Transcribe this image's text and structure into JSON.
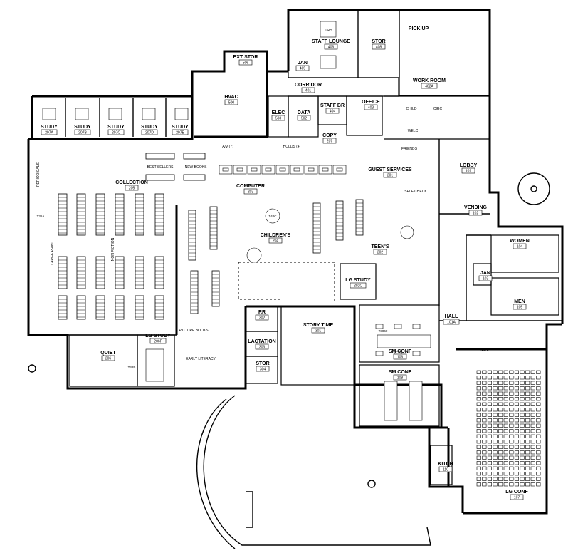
{
  "rooms": [
    {
      "id": "ext-stor",
      "label": "EXT STOR",
      "number": "506"
    },
    {
      "id": "hvac",
      "label": "HVAC",
      "number": "500"
    },
    {
      "id": "jan-upper",
      "label": "JAN",
      "number": "405"
    },
    {
      "id": "staff-lounge",
      "label": "STAFF LOUNGE",
      "number": "406"
    },
    {
      "id": "stor-upper",
      "label": "STOR",
      "number": "408"
    },
    {
      "id": "pick-up",
      "label": "PICK UP",
      "number": ""
    },
    {
      "id": "work-room",
      "label": "WORK ROOM",
      "number": "402A"
    },
    {
      "id": "corridor",
      "label": "CORRIDOR",
      "number": "401"
    },
    {
      "id": "elec",
      "label": "ELEC",
      "number": "503"
    },
    {
      "id": "data",
      "label": "DATA",
      "number": "502"
    },
    {
      "id": "staff-br",
      "label": "STAFF BR",
      "number": "404"
    },
    {
      "id": "office",
      "label": "OFFICE",
      "number": "403"
    },
    {
      "id": "study-a",
      "label": "STUDY",
      "number": "207A"
    },
    {
      "id": "study-b",
      "label": "STUDY",
      "number": "207B"
    },
    {
      "id": "study-c",
      "label": "STUDY",
      "number": "207C"
    },
    {
      "id": "study-d",
      "label": "STUDY",
      "number": "207D"
    },
    {
      "id": "study-e",
      "label": "STUDY",
      "number": "207E"
    },
    {
      "id": "copy",
      "label": "COPY",
      "number": "207"
    },
    {
      "id": "collection",
      "label": "COLLECTION",
      "number": "205"
    },
    {
      "id": "computer",
      "label": "COMPUTER",
      "number": "203"
    },
    {
      "id": "guest-services",
      "label": "GUEST SERVICES",
      "number": "201"
    },
    {
      "id": "lobby",
      "label": "LOBBY",
      "number": "101"
    },
    {
      "id": "vending",
      "label": "VENDING",
      "number": "102"
    },
    {
      "id": "childrens",
      "label": "CHILDREN'S",
      "number": "204"
    },
    {
      "id": "teens",
      "label": "TEEN'S",
      "number": "202"
    },
    {
      "id": "women",
      "label": "WOMEN",
      "number": "104"
    },
    {
      "id": "jan-lower",
      "label": "JAN",
      "number": "103"
    },
    {
      "id": "men",
      "label": "MEN",
      "number": "105"
    },
    {
      "id": "lg-study-teen",
      "label": "LG STUDY",
      "number": "202C"
    },
    {
      "id": "rr",
      "label": "RR",
      "number": "302"
    },
    {
      "id": "story-time",
      "label": "STORY TIME",
      "number": "301"
    },
    {
      "id": "hall",
      "label": "HALL",
      "number": "101A"
    },
    {
      "id": "sm-conf-1",
      "label": "SM CONF",
      "number": "106"
    },
    {
      "id": "lactation",
      "label": "LACTATION",
      "number": "303"
    },
    {
      "id": "stor-lower",
      "label": "STOR",
      "number": "304"
    },
    {
      "id": "quiet",
      "label": "QUIET",
      "number": "206"
    },
    {
      "id": "lg-study-quiet",
      "label": "LG STUDY",
      "number": "206F"
    },
    {
      "id": "sm-conf-2",
      "label": "SM CONF",
      "number": "108"
    },
    {
      "id": "kitch",
      "label": "KITCH",
      "number": "110"
    },
    {
      "id": "lg-conf",
      "label": "LG CONF",
      "number": "107"
    }
  ],
  "area_labels": {
    "best_sellers": "BEST SELLERS",
    "new_books": "NEW BOOKS",
    "non_fiction": "NON FICTION",
    "large_print": "LARGE PRINT",
    "periodicals": "PERIODICALS",
    "picture_books": "PICTURE BOOKS",
    "early_literacy": "EARLY LITERACY",
    "self_check": "SELF CHECK",
    "friends": "FRIENDS",
    "holds": "HOLDS (4)",
    "av": "A/V (7)",
    "child": "CHILD",
    "circ": "CIRC",
    "welc": "WELC"
  },
  "furniture_tags": {
    "t42a": "T42A",
    "t42c": "T42C",
    "t36a": "T36A",
    "t3060": "T3060",
    "t1872": "T1872",
    "t42b": "T42B"
  }
}
